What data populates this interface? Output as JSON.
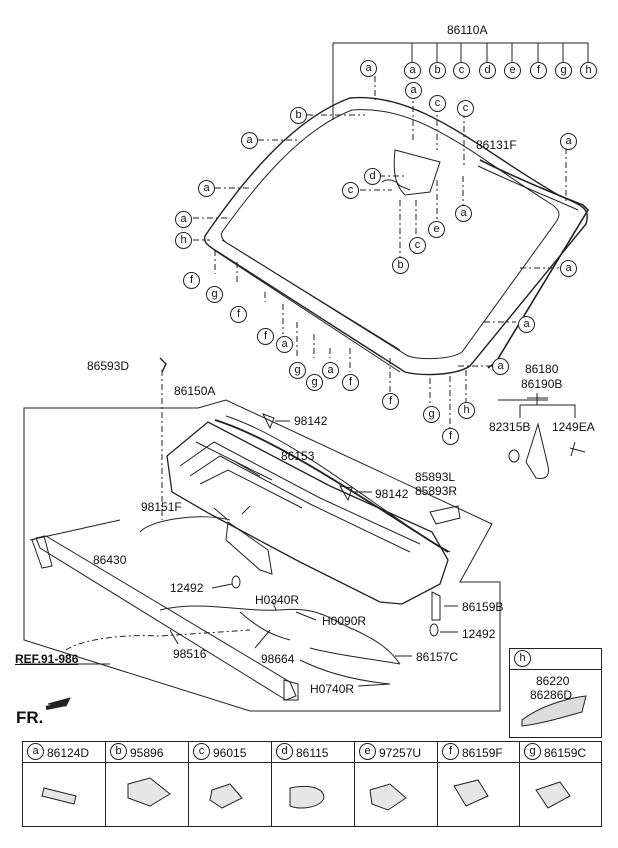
{
  "parts": {
    "p86110A": "86110A",
    "p86131F": "86131F",
    "p86593D": "86593D",
    "p86150A": "86150A",
    "p98142a": "98142",
    "p98142b": "98142",
    "p86153": "86153",
    "p85893L": "85893L",
    "p85893R": "85893R",
    "p98151F": "98151F",
    "p86430": "86430",
    "p12492a": "12492",
    "p12492b": "12492",
    "pH0340R": "H0340R",
    "pH0090R": "H0090R",
    "p86159B": "86159B",
    "p98516": "98516",
    "p98664": "98664",
    "p86157C": "86157C",
    "pH0740R": "H0740R",
    "p86180": "86180",
    "p86190B": "86190B",
    "p82315B": "82315B",
    "p1249EA": "1249EA"
  },
  "ref": "REF.91-986",
  "front": "FR.",
  "letters": {
    "a": "a",
    "b": "b",
    "c": "c",
    "d": "d",
    "e": "e",
    "f": "f",
    "g": "g",
    "h": "h"
  },
  "detail_h": {
    "letter": "h",
    "code1": "86220",
    "code2": "86286D"
  },
  "legend": [
    {
      "letter": "a",
      "code": "86124D"
    },
    {
      "letter": "b",
      "code": "95896"
    },
    {
      "letter": "c",
      "code": "96015"
    },
    {
      "letter": "d",
      "code": "86115"
    },
    {
      "letter": "e",
      "code": "97257U"
    },
    {
      "letter": "f",
      "code": "86159F"
    },
    {
      "letter": "g",
      "code": "86159C"
    }
  ]
}
